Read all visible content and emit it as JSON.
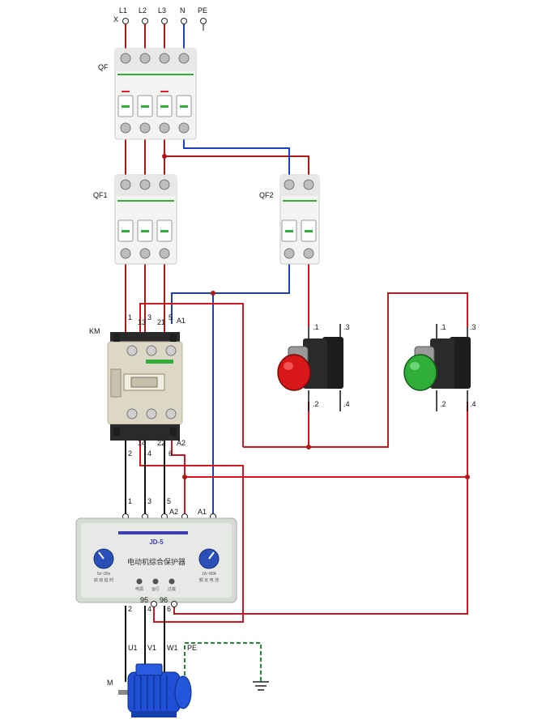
{
  "supply_terminals": {
    "x_mark": "X",
    "l1": "L1",
    "l2": "L2",
    "l3": "L3",
    "n": "N",
    "pe": "PE"
  },
  "breakers": {
    "main": "QF",
    "main_circuit": "QF1",
    "control_circuit": "QF2"
  },
  "contactor": {
    "tag": "KM",
    "top": {
      "t1": "1",
      "t13": "13",
      "t3": "3",
      "t21": "21",
      "t5": "5",
      "a1": "A1"
    },
    "bottom": {
      "t2": "2",
      "t14": "14",
      "t4": "4",
      "t22": "22",
      "t6": "6",
      "a2": "A2"
    }
  },
  "stop_button": {
    "color": "#d81818",
    "t1": ".1",
    "t2": ".2",
    "t3": ".3",
    "t4": ".4"
  },
  "start_button": {
    "color": "#2fae3a",
    "t1": ".1",
    "t2": ".2",
    "t3": ".3",
    "t4": ".4"
  },
  "protector": {
    "model": "JD-5",
    "name": "电动机综合保护器",
    "left_knob_range": "5s~30s",
    "left_knob_caption": "启 动 延 时",
    "right_knob_range": "1A~80A",
    "right_knob_caption": "额 定 电 流",
    "indicators": [
      "电源",
      "运行",
      "过载"
    ],
    "top": {
      "t1": "1",
      "t3": "3",
      "t5": "5",
      "a2": "A2",
      "a1": "A1"
    },
    "bottom": {
      "t2": "2",
      "t95": "95",
      "t96": "96",
      "t4": "4",
      "t6": "6"
    }
  },
  "motor": {
    "tag": "M",
    "u1": "U1",
    "v1": "V1",
    "w1": "W1",
    "pe": "PE"
  },
  "colors": {
    "phase": "#c0181c",
    "neutral": "#1a3fc4",
    "control": "#d8141e",
    "earth": "#1a8a2a",
    "breaker_body": "#eef0ee",
    "motor_body": "#1f4fd6"
  }
}
